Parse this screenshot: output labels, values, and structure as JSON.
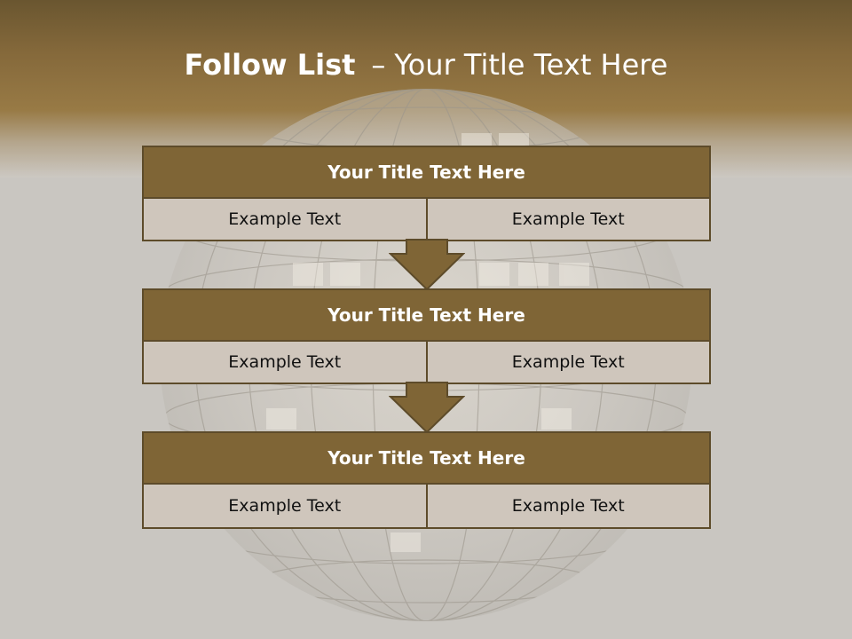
{
  "slide": {
    "title_bold": "Follow List",
    "title_dash": "–",
    "title_rest": "Your Title Text Here"
  },
  "blocks": [
    {
      "title": "Your Title Text Here",
      "left": "Example Text",
      "right": "Example Text"
    },
    {
      "title": "Your Title Text Here",
      "left": "Example Text",
      "right": "Example Text"
    },
    {
      "title": "Your Title Text Here",
      "left": "Example Text",
      "right": "Example Text"
    }
  ],
  "colors": {
    "header_gold": "#987a45",
    "title_bar": "#7f6536",
    "border": "#5d4b2a",
    "cell_bg": "#cfc6bc",
    "background": "#c9c6c1"
  }
}
